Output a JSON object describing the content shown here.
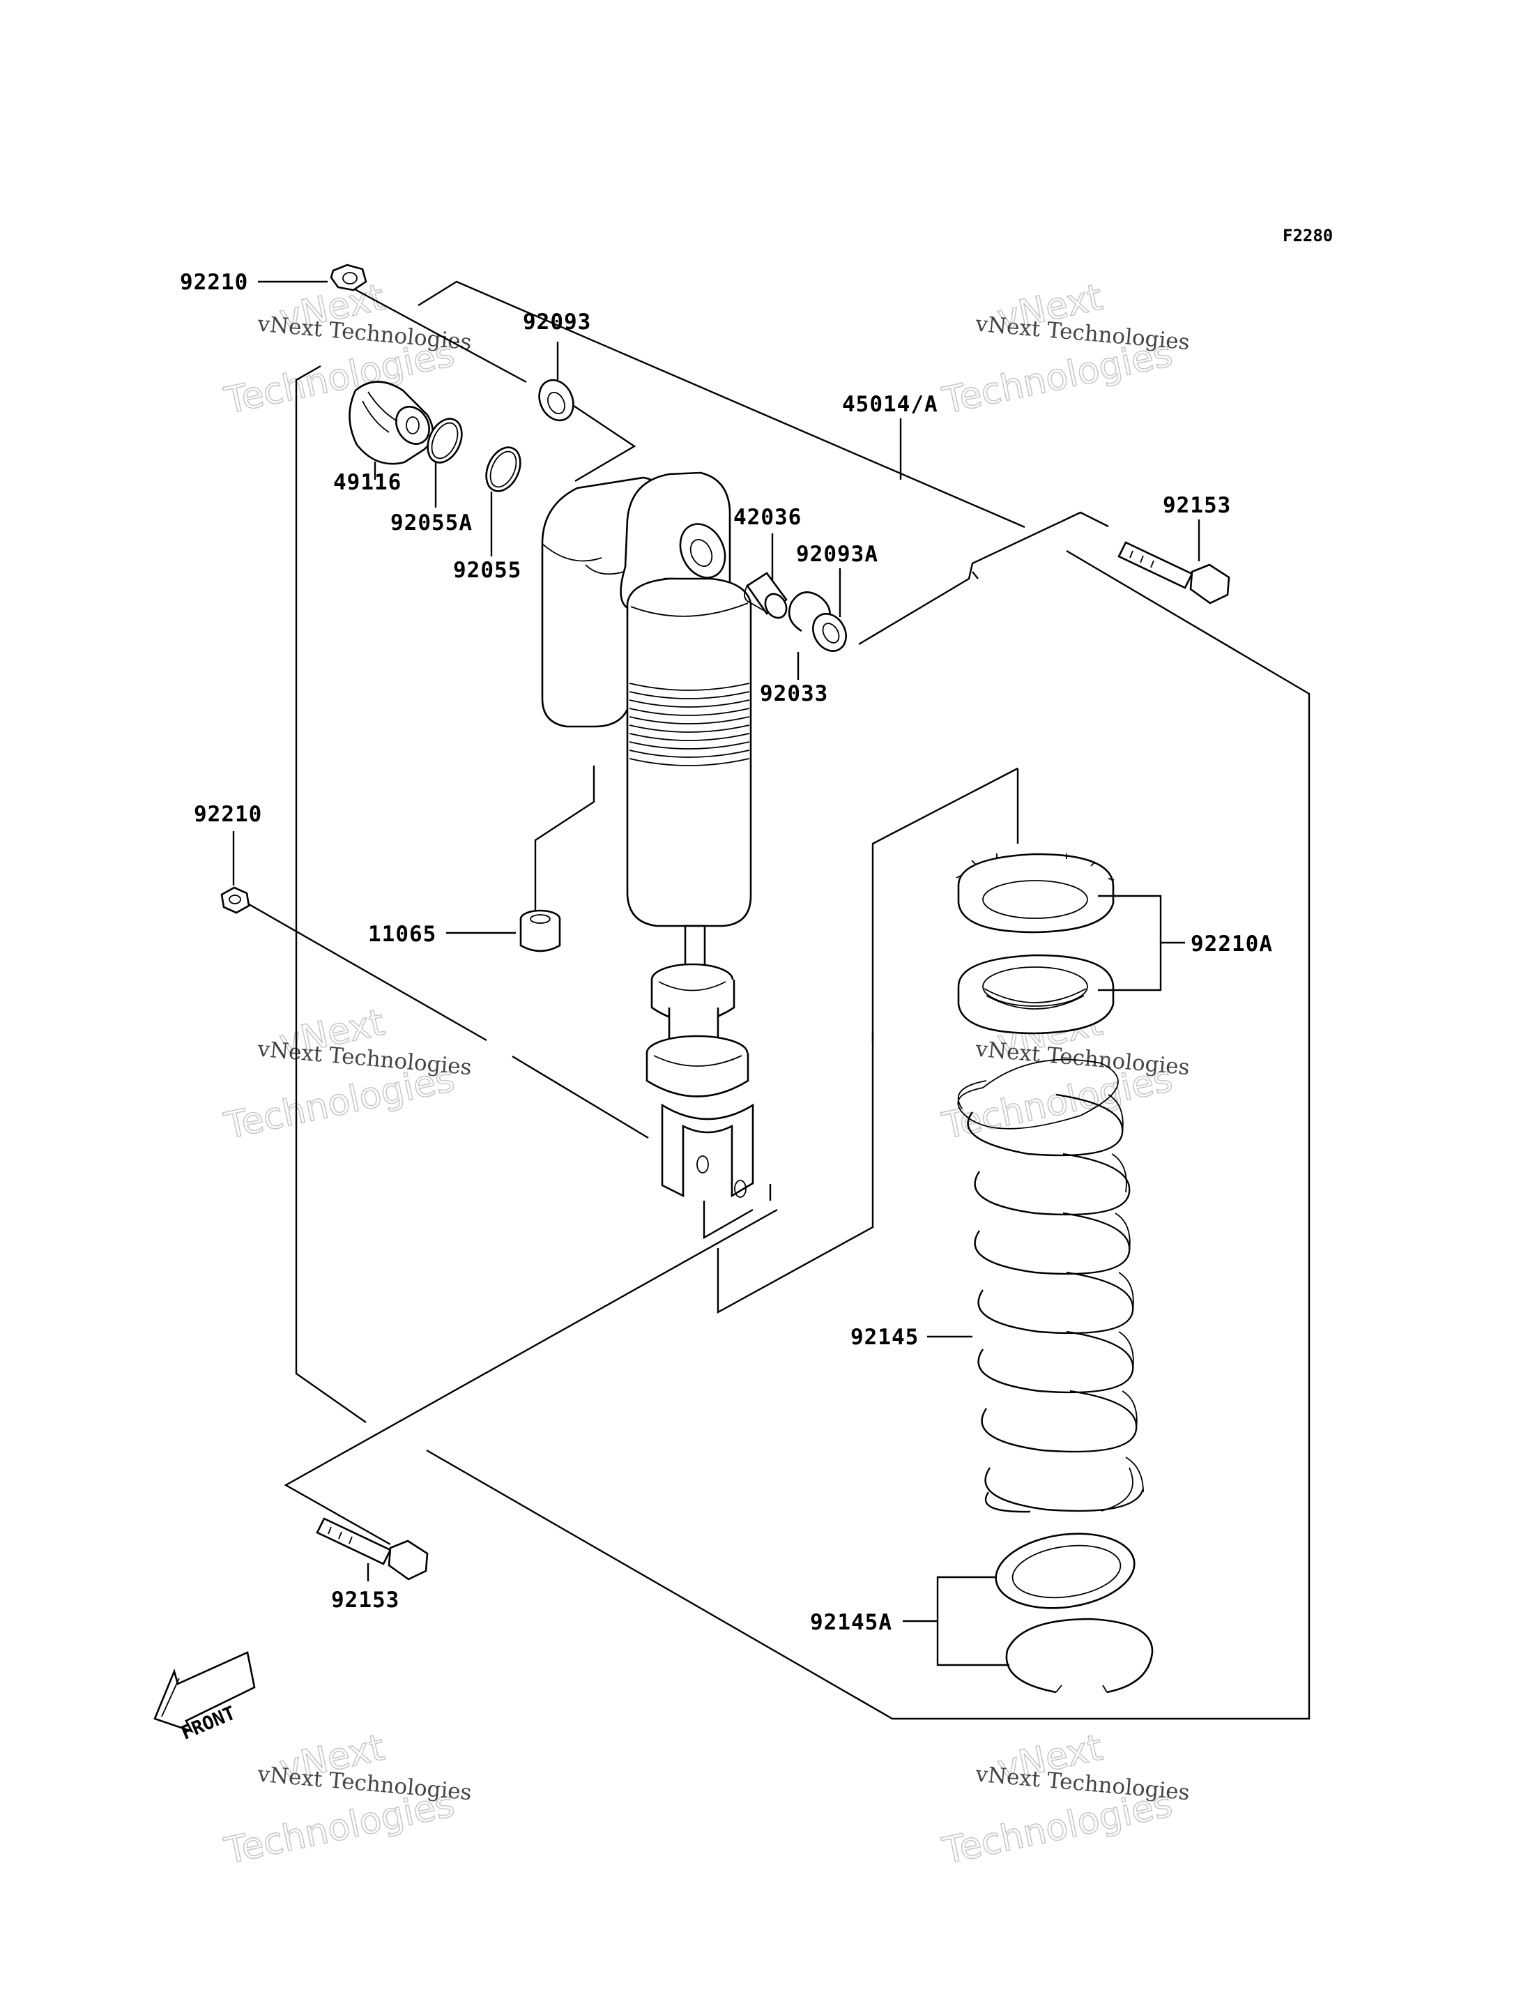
{
  "diagram": {
    "figure_code": "F2280",
    "front_label": "FRONT",
    "parts": [
      {
        "id": "p-92210-top",
        "label": "92210"
      },
      {
        "id": "p-92093",
        "label": "92093"
      },
      {
        "id": "p-45014",
        "label": "45014/A"
      },
      {
        "id": "p-49116",
        "label": "49116"
      },
      {
        "id": "p-92055a",
        "label": "92055A"
      },
      {
        "id": "p-92055",
        "label": "92055"
      },
      {
        "id": "p-42036",
        "label": "42036"
      },
      {
        "id": "p-92093a",
        "label": "92093A"
      },
      {
        "id": "p-92033",
        "label": "92033"
      },
      {
        "id": "p-92153-top",
        "label": "92153"
      },
      {
        "id": "p-92210-mid",
        "label": "92210"
      },
      {
        "id": "p-11065",
        "label": "11065"
      },
      {
        "id": "p-92210a",
        "label": "92210A"
      },
      {
        "id": "p-92145",
        "label": "92145"
      },
      {
        "id": "p-92153-bottom",
        "label": "92153"
      },
      {
        "id": "p-92145a",
        "label": "92145A"
      }
    ],
    "watermarks": [
      {
        "line1": "vNext Technologies",
        "line2": "vNext",
        "line3": "Technologies"
      },
      {
        "line1": "vNext Technologies",
        "line2": "vNext",
        "line3": "Technologies"
      },
      {
        "line1": "vNext Technologies",
        "line2": "vNext",
        "line3": "Technologies"
      },
      {
        "line1": "vNext Technologies",
        "line2": "vNext",
        "line3": "Technologies"
      },
      {
        "line1": "vNext Technologies",
        "line2": "vNext",
        "line3": "Technologies"
      },
      {
        "line1": "vNext Technologies",
        "line2": "vNext",
        "line3": "Technologies"
      }
    ]
  }
}
